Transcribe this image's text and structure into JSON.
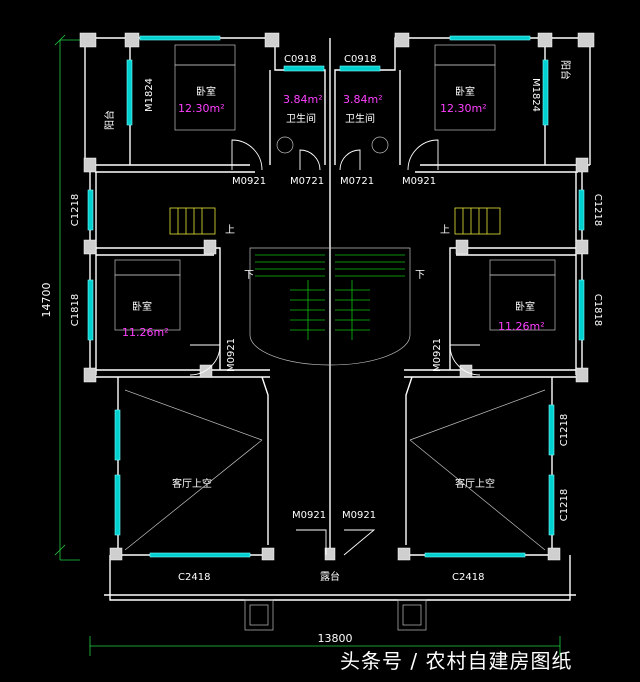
{
  "dimensions": {
    "height": "14700",
    "width": "13800"
  },
  "rooms": {
    "bedroom_label": "卧室",
    "bedroom_top_area": "12.30m²",
    "bedroom_mid_area": "11.26m²",
    "bathroom_label": "卫生间",
    "bathroom_area": "3.84m²",
    "balcony_label": "阳台",
    "living_void_label": "客厅上空",
    "terrace_label": "露台"
  },
  "windows": {
    "c0918": "C0918",
    "m1824": "M1824",
    "c1218": "C1218",
    "c1818": "C1818",
    "c2418": "C2418"
  },
  "doors": {
    "m0921": "M0921",
    "m0721": "M0721"
  },
  "stairs": {
    "up": "上",
    "down": "下"
  },
  "watermark": "头条号 / 农村自建房图纸"
}
